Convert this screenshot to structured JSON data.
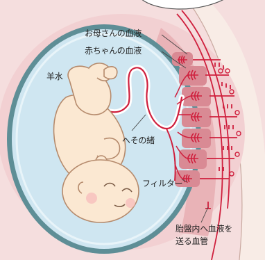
{
  "labels": {
    "mother_blood": "お母さんの血液",
    "baby_blood": "赤ちゃんの血液",
    "amniotic_fluid": "羊水",
    "umbilical_cord": "へその緒",
    "filter": "フィルター",
    "placenta_vessel_line1": "胎盤内へ血液を",
    "placenta_vessel_line2": "送る血管"
  },
  "colors": {
    "uterus_wall": "#f2d3d3",
    "amniotic_fluid": "#cfe6f1",
    "amniotic_membrane": "#5e8e96",
    "fetus_skin": "#fbe8d2",
    "blood": "#cf1f3d",
    "placenta": "#d98a94"
  }
}
